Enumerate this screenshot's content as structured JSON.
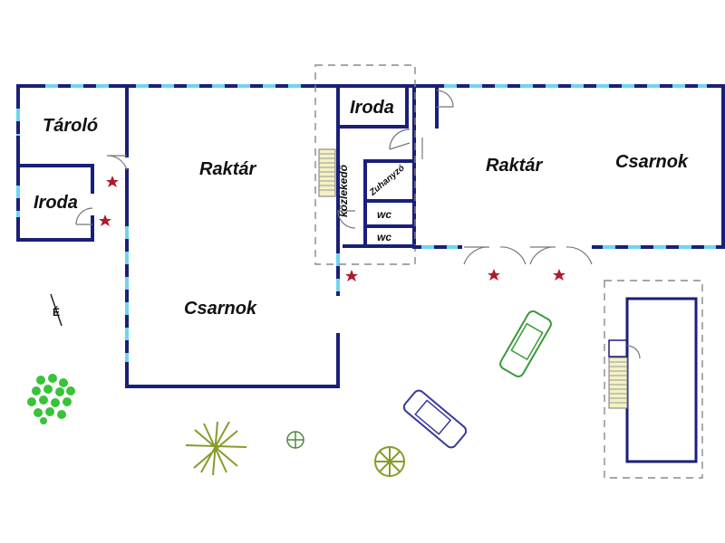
{
  "rooms": {
    "tarolo": "Tároló",
    "iroda_left": "Iroda",
    "raktar_left": "Raktár",
    "csarnok_left": "Csarnok",
    "iroda_mid": "Iroda",
    "kozlekedo": "közlekedő",
    "zuhanyzo": "Zuhanyzó",
    "wc1": "wc",
    "wc2": "wc",
    "raktar_right": "Raktár",
    "csarnok_right": "Csarnok"
  },
  "north_marker": "É",
  "colors": {
    "wall": "#1a1f7a",
    "window": "#6fd6ea",
    "entrance_marker": "#b01a2a",
    "car_green": "#3a9a3a",
    "car_blue": "#3a3a9a",
    "tree_olive": "#8a9a2a",
    "bush_green": "#39c23a"
  },
  "icons": [
    "stairs-icon",
    "door-swing-icon",
    "entrance-star-icon",
    "car-icon",
    "tree-icon",
    "bush-icon",
    "north-arrow-icon"
  ]
}
